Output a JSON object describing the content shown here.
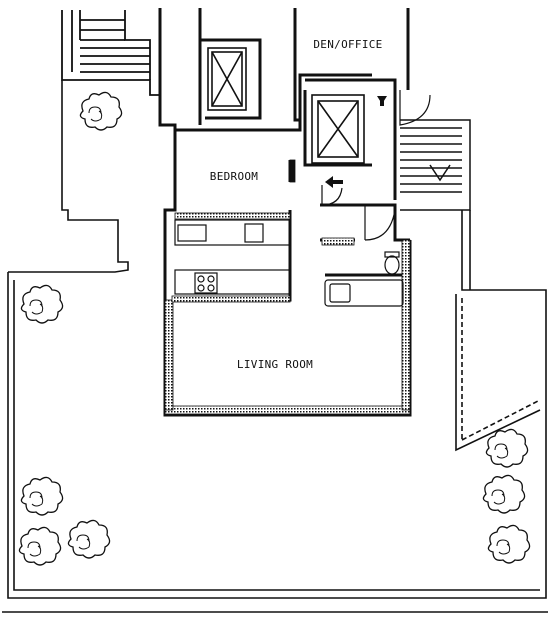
{
  "rooms": {
    "den_office": "DEN/OFFICE",
    "bedroom": "BEDROOM",
    "living_room": "LIVING ROOM"
  },
  "colors": {
    "ink": "#111111",
    "paper": "#ffffff"
  },
  "icons": [
    "elevator-icon",
    "stair-icon",
    "entry-arrow-icon",
    "shrub-icon"
  ]
}
